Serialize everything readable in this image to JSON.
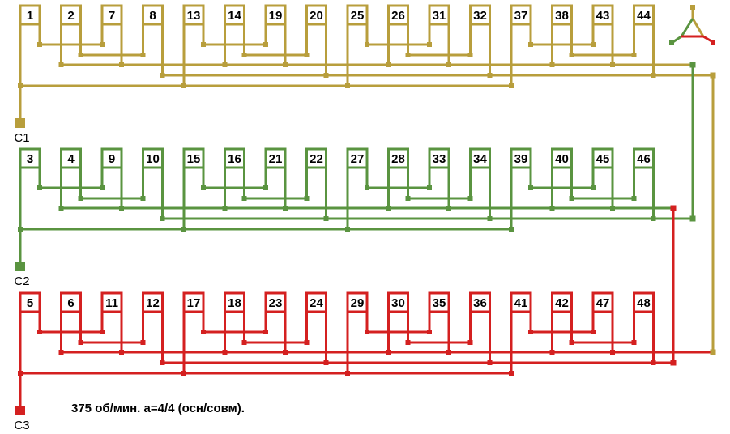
{
  "phases": [
    {
      "name": "C1",
      "color": "#b89e3c",
      "coils": [
        "1",
        "2",
        "7",
        "8",
        "13",
        "14",
        "19",
        "20",
        "25",
        "26",
        "31",
        "32",
        "37",
        "38",
        "43",
        "44"
      ]
    },
    {
      "name": "C2",
      "color": "#5a9440",
      "coils": [
        "3",
        "4",
        "9",
        "10",
        "15",
        "16",
        "21",
        "22",
        "27",
        "28",
        "33",
        "34",
        "39",
        "40",
        "45",
        "46"
      ]
    },
    {
      "name": "C3",
      "color": "#d42020",
      "coils": [
        "5",
        "6",
        "11",
        "12",
        "17",
        "18",
        "23",
        "24",
        "29",
        "30",
        "35",
        "36",
        "41",
        "42",
        "47",
        "48"
      ]
    }
  ],
  "caption": "375 об/мин. a=4/4 (осн/совм).",
  "legend_icon": "star-connection-icon"
}
